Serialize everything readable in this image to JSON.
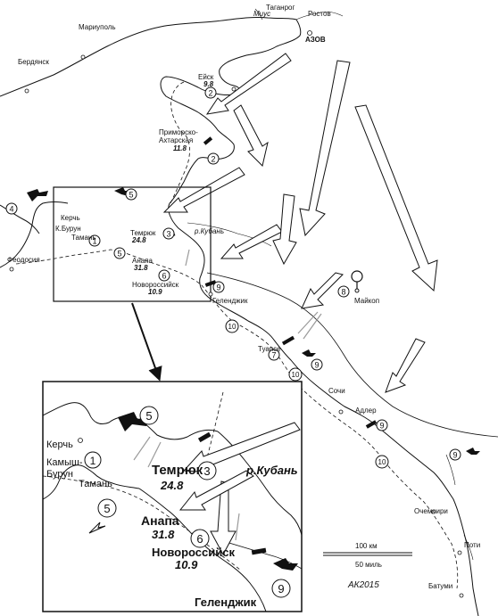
{
  "cities": {
    "taganrog": "Таганрог",
    "rostov": "Ростов",
    "mius": "Миус",
    "mariupol": "Мариуполь",
    "azov": "АЗОВ",
    "berdyansk": "Бердянск",
    "yeysk": "Ейск",
    "primorsko": "Приморско-",
    "akhtarskaya": "Ахтарская",
    "kerch": "Керчь",
    "kburun": "К.Бурун",
    "feodosiya": "Феодосия",
    "taman": "Тамань",
    "temryuk": "Темрюк",
    "kuban": "р.Кубань",
    "anapa": "Анапа",
    "novorossiysk": "Новороссийск",
    "gelendzhik": "Геленджик",
    "maykop": "Майкоп",
    "tuapse": "Туапсе",
    "sochi": "Сочи",
    "adler": "Адлер",
    "ochemchiri": "Очемчири",
    "poti": "Поти",
    "batumi": "Батуми"
  },
  "dates": {
    "yeysk": "9.8",
    "akhtarskaya": "11.8",
    "temryuk": "24.8",
    "anapa": "31.8",
    "novorossiysk": "10.9"
  },
  "inset": {
    "kerch": "Керчь",
    "kamysh": "Камыш-",
    "burun": "Бурун",
    "taman": "Тамань",
    "temryuk": "Темрюк",
    "temryuk_date": "24.8",
    "kuban": "р.Кубань",
    "anapa": "Анапа",
    "anapa_date": "31.8",
    "novorossiysk": "Новороссийск",
    "novorossiysk_date": "10.9",
    "gelendzhik": "Геленджик"
  },
  "markers": {
    "m2": "2",
    "m3": "3",
    "m4": "4",
    "m5": "5",
    "m6": "6",
    "m7": "7",
    "m8": "8",
    "m9": "9",
    "m10": "10",
    "m1": "1"
  },
  "scale": {
    "km": "100 км",
    "miles": "50 миль"
  },
  "signature": "АК2015",
  "colors": {
    "ink": "#111111",
    "grey": "#9a9a9a",
    "paper": "#ffffff"
  }
}
